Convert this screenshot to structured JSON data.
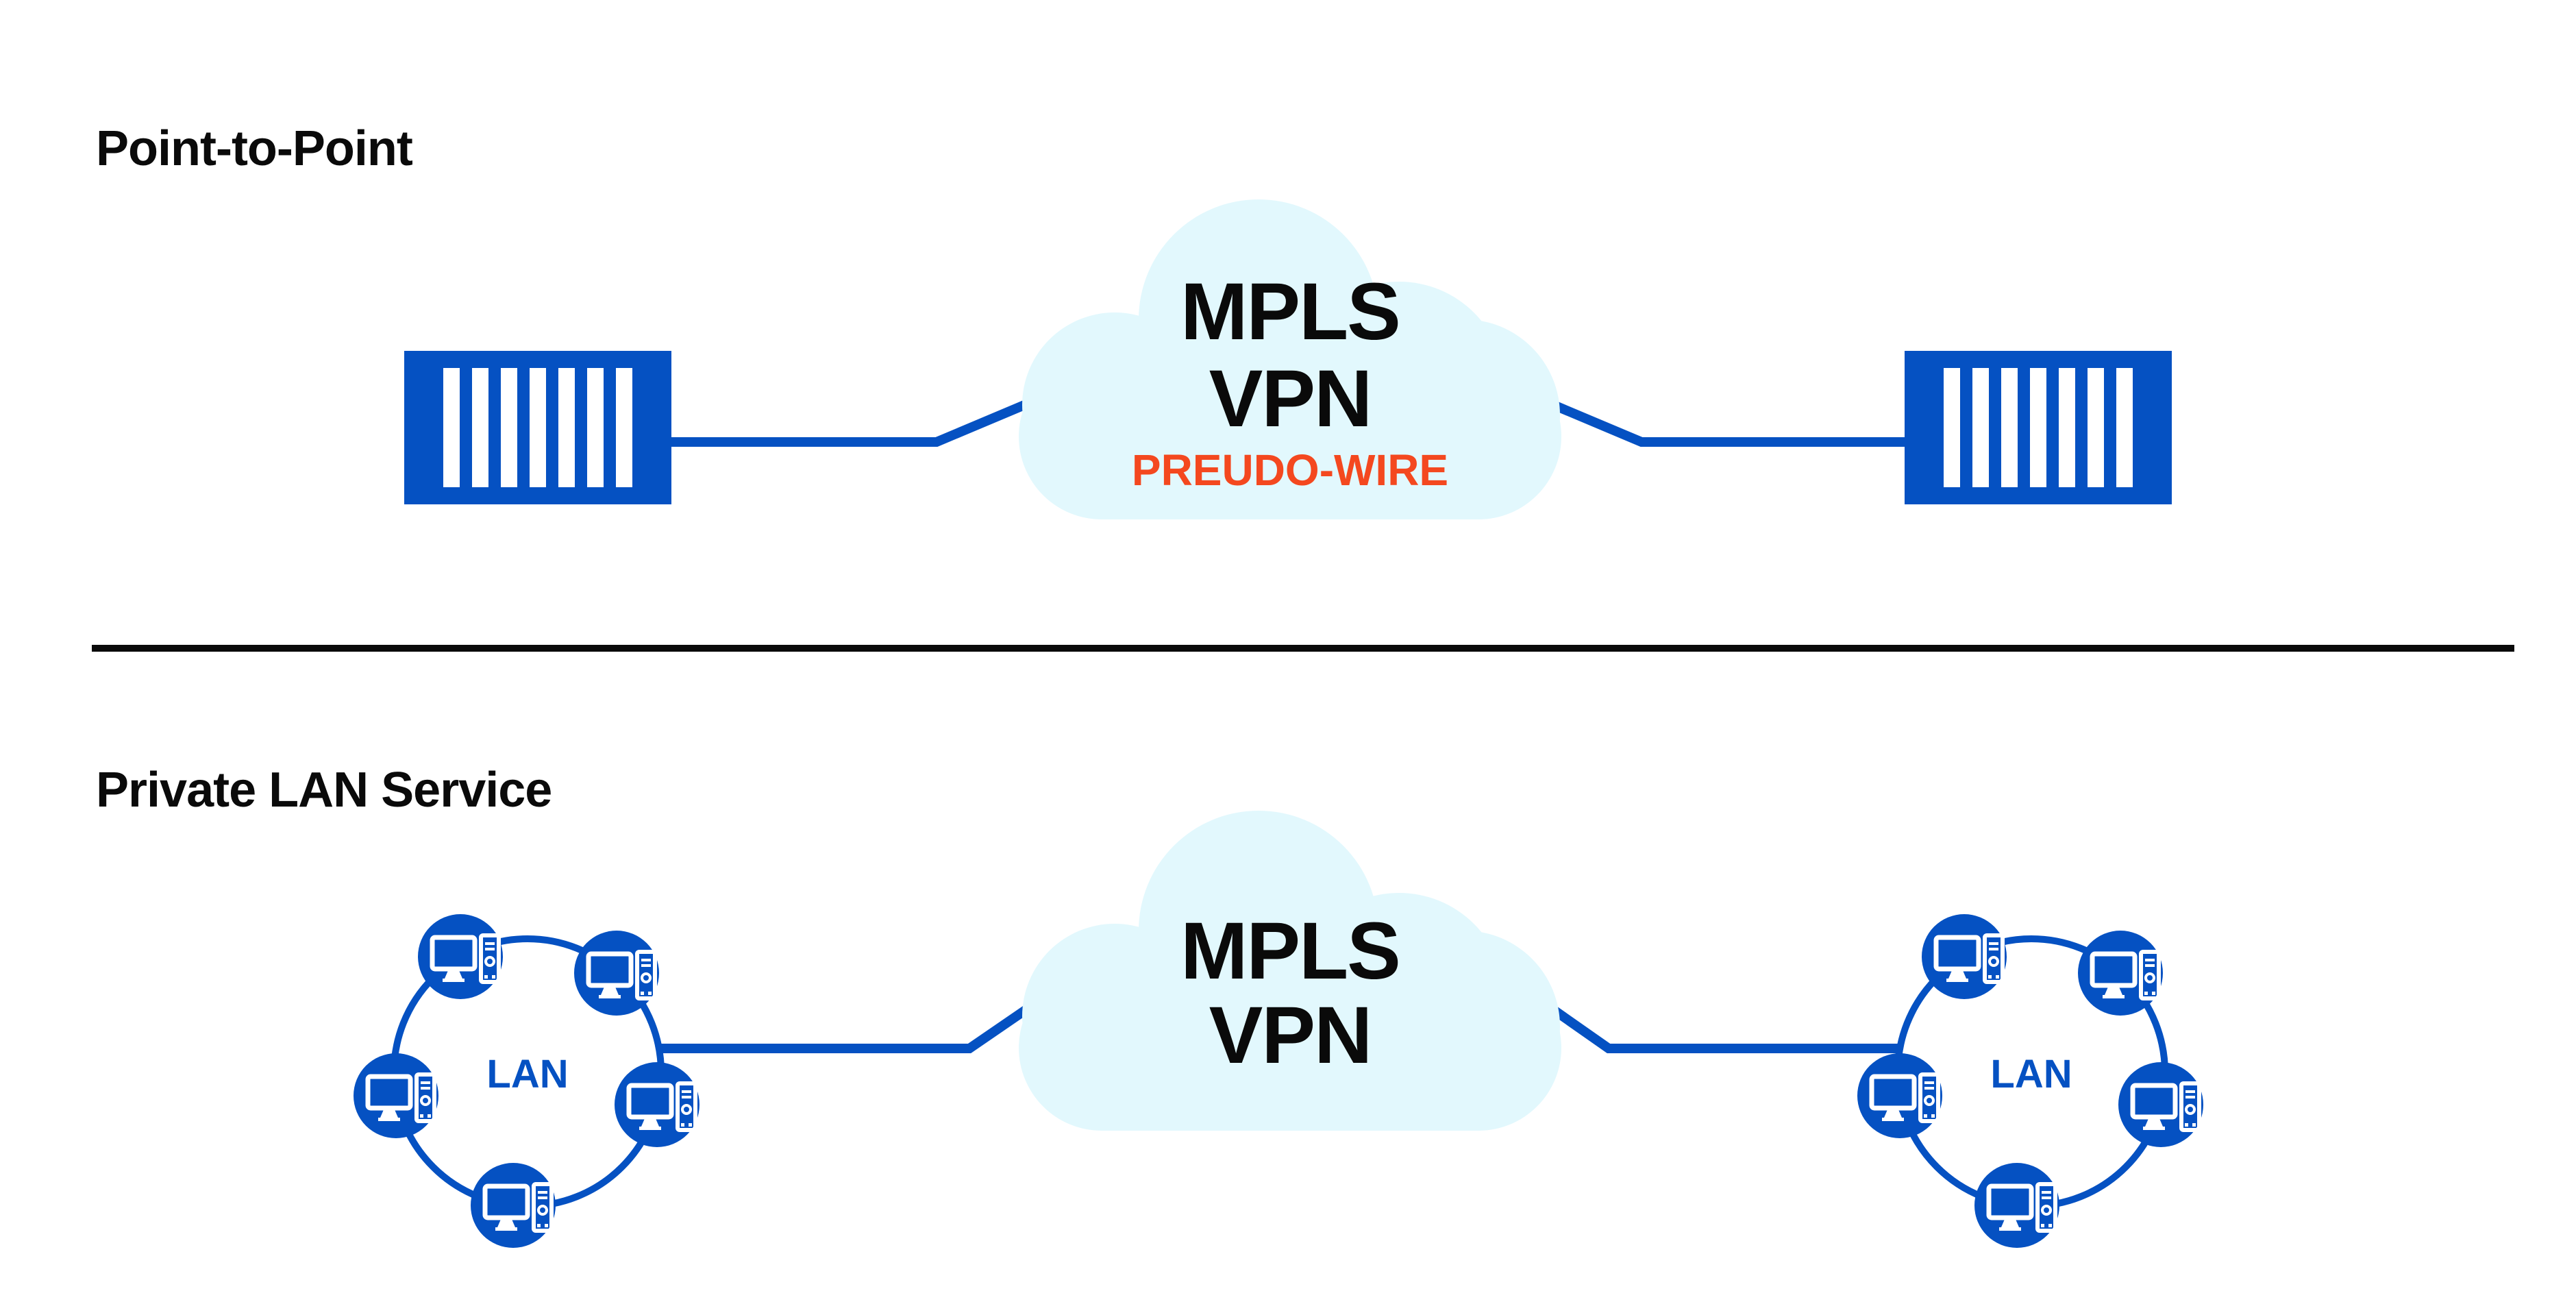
{
  "colors": {
    "blue": "#0551C2",
    "cloud_fill": "#E2F8FD",
    "orange": "#F4481F",
    "ink": "#0A0A0A"
  },
  "sections": {
    "point_to_point": {
      "title": "Point-to-Point",
      "cloud": {
        "line1": "MPLS",
        "line2": "VPN",
        "line3": "PREUDO-WIRE"
      }
    },
    "private_lan": {
      "title": "Private LAN Service",
      "cloud": {
        "line1": "MPLS",
        "line2": "VPN"
      },
      "left_ring": {
        "label": "LAN"
      },
      "right_ring": {
        "label": "LAN"
      }
    }
  }
}
